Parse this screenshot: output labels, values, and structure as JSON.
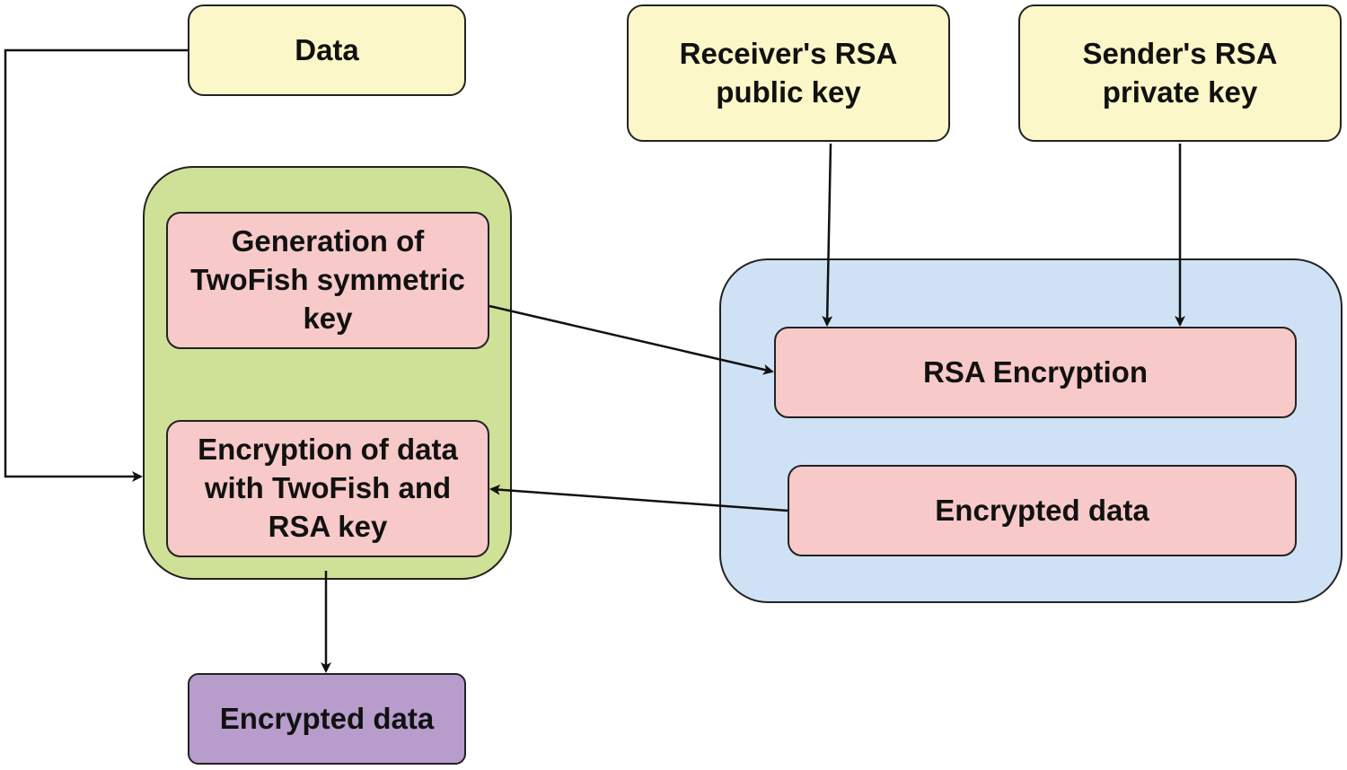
{
  "nodes": {
    "data": "Data",
    "receiver_key": "Receiver's RSA\npublic key",
    "sender_key": "Sender's RSA\nprivate key",
    "generation": "Generation of\nTwoFish symmetric\nkey",
    "encryption_twofish": "Encryption  of data\nwith TwoFish and\nRSA key",
    "rsa_encryption": "RSA Encryption",
    "encrypted_data_rsa": "Encrypted data",
    "encrypted_data_out": "Encrypted data"
  },
  "colors": {
    "input_box": "#fbf7c8",
    "process_box": "#f8c9c9",
    "output_box": "#b89ccc",
    "twofish_group": "#cfe196",
    "rsa_group": "#cfe2f5",
    "stroke": "#222222"
  }
}
